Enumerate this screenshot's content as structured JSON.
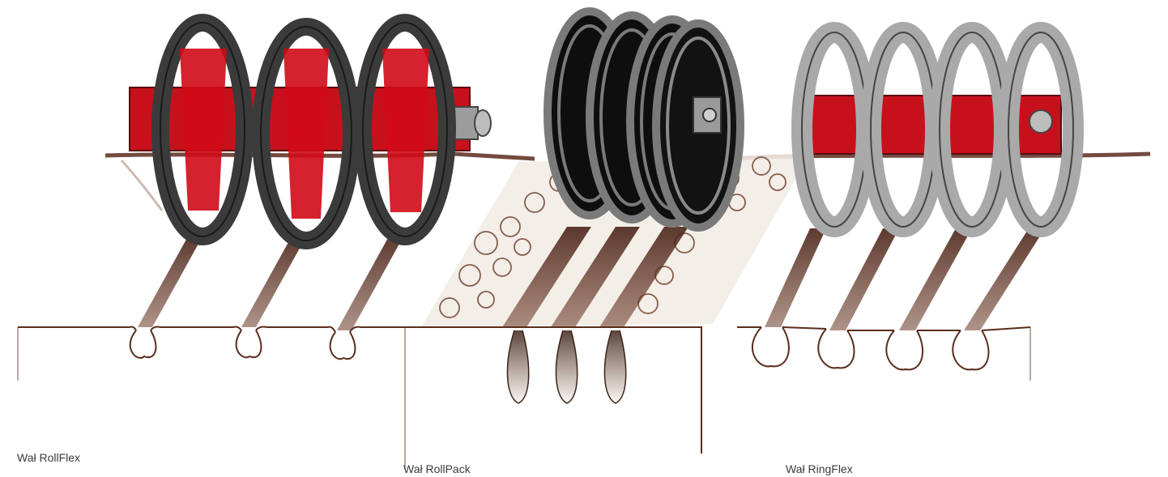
{
  "rollers": [
    {
      "caption": "Wał RollFlex",
      "ring_color": "#3b3b3b",
      "hub_color": "#d10a17",
      "ring_count": 3
    },
    {
      "caption": "Wał RollPack",
      "ring_color": "#1c1c1c",
      "rim_color": "#7a7a7a",
      "ring_count": 4
    },
    {
      "caption": "Wał RingFlex",
      "ring_color": "#a9a9a9",
      "hub_color": "#d10a17",
      "ring_count": 4
    }
  ],
  "colors": {
    "soil": "#5a2c1c",
    "furrow": "#6b3a26",
    "background": "#ffffff"
  }
}
